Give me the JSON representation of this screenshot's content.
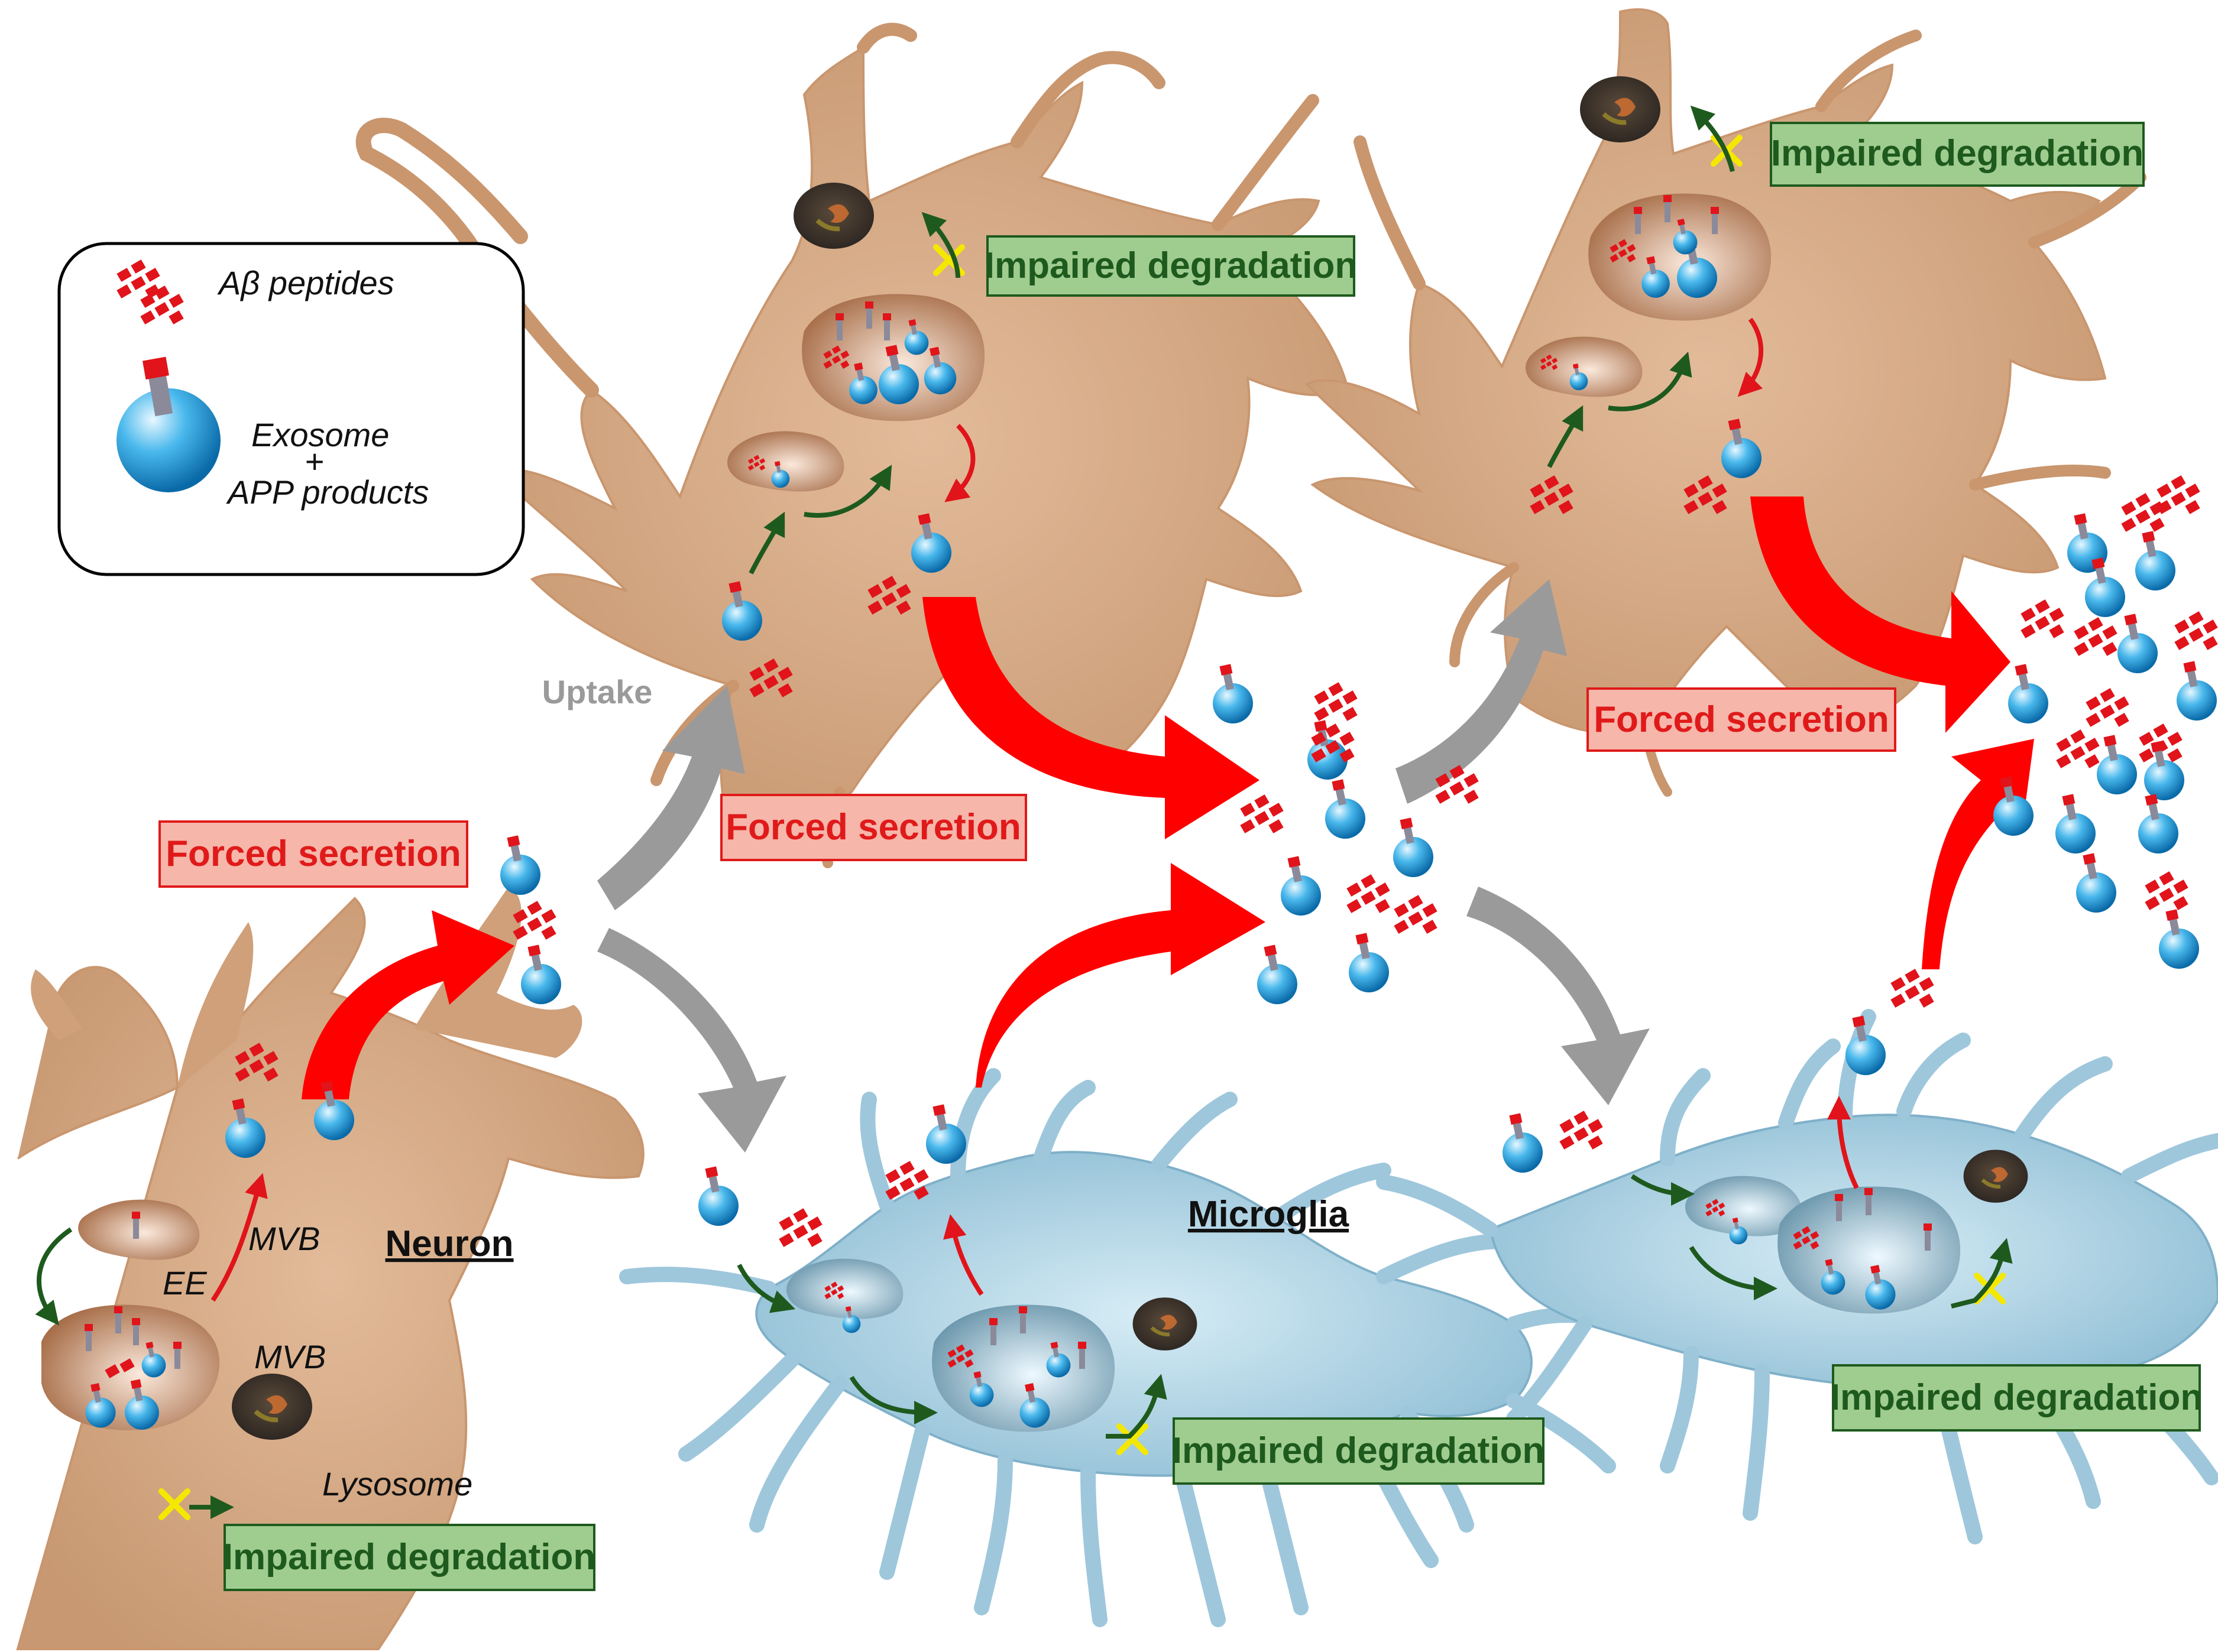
{
  "legend": {
    "abeta_label": "Aβ  peptides",
    "exosome_label": "Exosome",
    "plus": "+",
    "app_label": "APP products"
  },
  "labels": {
    "impaired": "Impaired degradation",
    "forced": "Forced secretion",
    "uptake": "Uptake",
    "neuron": "Neuron",
    "microglia": "Microglia",
    "mvb": "MVB",
    "ee": "EE",
    "lysosome": "Lysosome"
  },
  "colors": {
    "neuron_body": "#d4a682",
    "neuron_dark": "#b5835c",
    "microglia_body": "#a9cfe0",
    "microglia_dark": "#7fb0c9",
    "forced_arrow": "#ff0000",
    "uptake_arrow": "#9a9a9a",
    "green_box": "#9fcc8f",
    "green_text": "#1e5a1e",
    "red_box": "#f6b6aa",
    "red_text": "#e01a1a",
    "exosome": "#2aa0e0",
    "peptide": "#e0141a",
    "small_arrow": "#1e5a1e",
    "block_x": "#f5e800"
  }
}
